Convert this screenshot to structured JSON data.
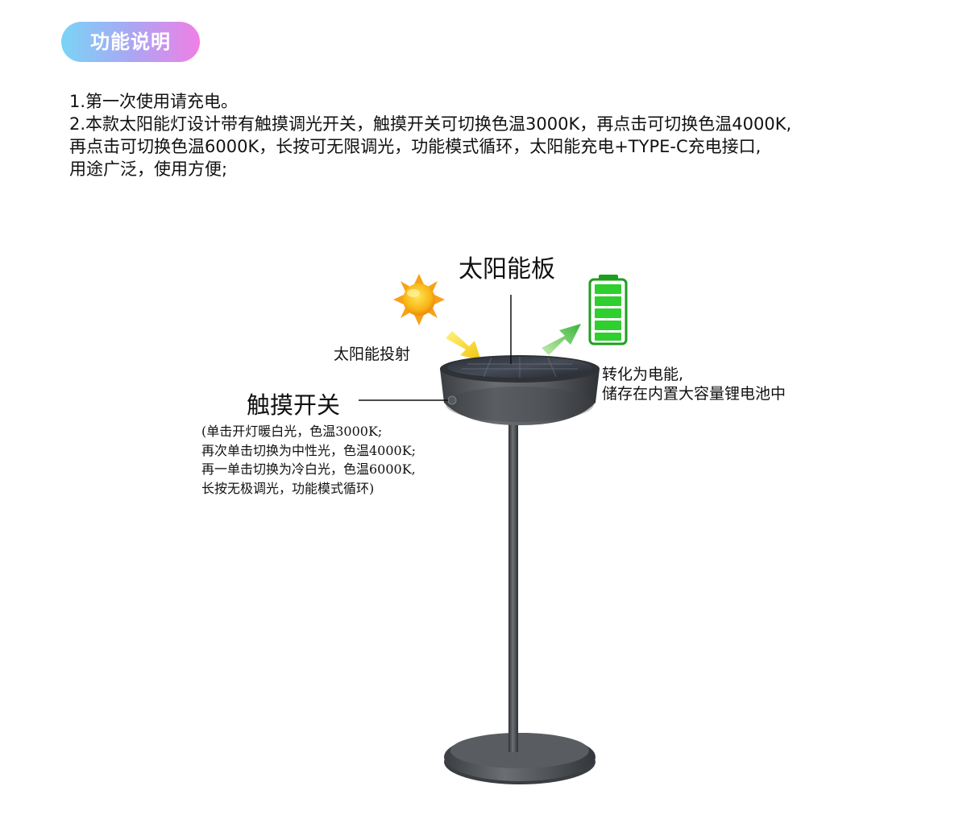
{
  "header": {
    "badge": "功能说明"
  },
  "description": {
    "lines": [
      "1.第一次使用请充电。",
      "2.本款太阳能灯设计带有触摸调光开关，触摸开关可切换色温3000K，再点击可切换色温4000K,",
      "再点击可切换色温6000K，长按可无限调光，功能模式循环，太阳能充电+TYPE-C充电接口,",
      "用途广泛，使用方便;"
    ]
  },
  "diagram": {
    "solar_panel_label": "太阳能板",
    "sunlight_label": "太阳能投射",
    "storage_line1": "转化为电能,",
    "storage_line2": "储存在内置大容量锂电池中",
    "touch_switch_label": "触摸开关",
    "touch_notes": [
      "(单击开灯暖白光，色温3000K;",
      "再次单击切换为中性光，色温4000K;",
      "再一单击切换为冷白光，色温6000K,",
      "长按无极调光，功能模式循环)"
    ]
  },
  "colors": {
    "badge_gradient": [
      "#7ad4f6",
      "#a9a7f3",
      "#f07fe6"
    ],
    "battery_green": "#2fcf2f",
    "sun_orange": "#f7a21b",
    "lamp_gray": "#4a4d52"
  }
}
